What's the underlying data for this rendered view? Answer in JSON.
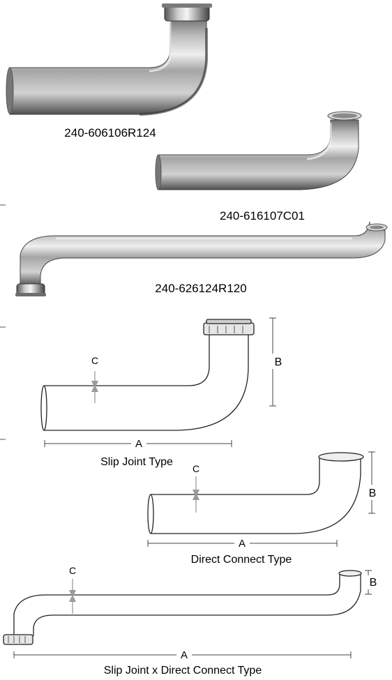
{
  "photos": [
    {
      "part_number": "240-606106R124"
    },
    {
      "part_number": "240-616107C01"
    },
    {
      "part_number": "240-626124R120"
    }
  ],
  "diagrams": [
    {
      "caption": "Slip Joint Type",
      "dims": {
        "a": "A",
        "b": "B",
        "c": "C"
      }
    },
    {
      "caption": "Direct Connect Type",
      "dims": {
        "a": "A",
        "b": "B",
        "c": "C"
      }
    },
    {
      "caption": "Slip Joint x Direct Connect Type",
      "dims": {
        "a": "A",
        "b": "B",
        "c": "C"
      }
    }
  ],
  "colors": {
    "metal_dark": "#5a5a5a",
    "metal_light": "#e8e8e8",
    "line": "#222222",
    "arrow": "#9a9a9a"
  }
}
